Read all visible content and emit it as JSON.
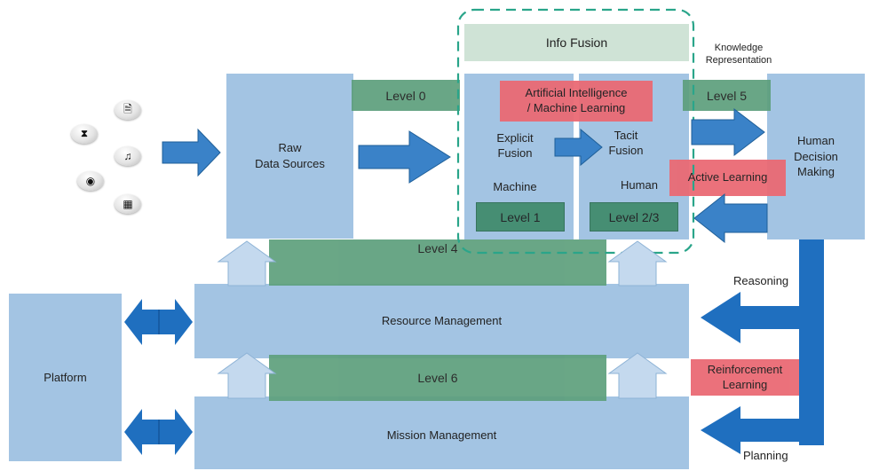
{
  "boxes": {
    "raw_data_sources": "Raw\nData Sources",
    "info_fusion": "Info Fusion",
    "knowledge_representation": "Knowledge\nRepresentation",
    "explicit_fusion": "Explicit\nFusion",
    "tacit_fusion": "Tacit\nFusion",
    "machine": "Machine",
    "human": "Human",
    "human_decision_making": "Human\nDecision\nMaking",
    "platform": "Platform",
    "resource_management": "Resource Management",
    "mission_management": "Mission Management"
  },
  "levels": {
    "level0": "Level 0",
    "level1": "Level 1",
    "level23": "Level 2/3",
    "level4": "Level 4",
    "level5": "Level 5",
    "level6": "Level 6"
  },
  "highlights": {
    "ai_ml": "Artificial Intelligence\n/ Machine Learning",
    "active_learning": "Active Learning",
    "reinforcement_learning": "Reinforcement\nLearning"
  },
  "labels": {
    "reasoning": "Reasoning",
    "planning": "Planning"
  },
  "icons": [
    "document-icon",
    "rss-icon",
    "music-icon",
    "camera-icon",
    "film-icon"
  ],
  "colors": {
    "box_blue": "#a3c4e3",
    "arrow_blue": "#3a82c8",
    "level_green": "#5d9f7c",
    "highlight_red": "#ea6a74",
    "dashed_teal": "#2aa58a"
  }
}
